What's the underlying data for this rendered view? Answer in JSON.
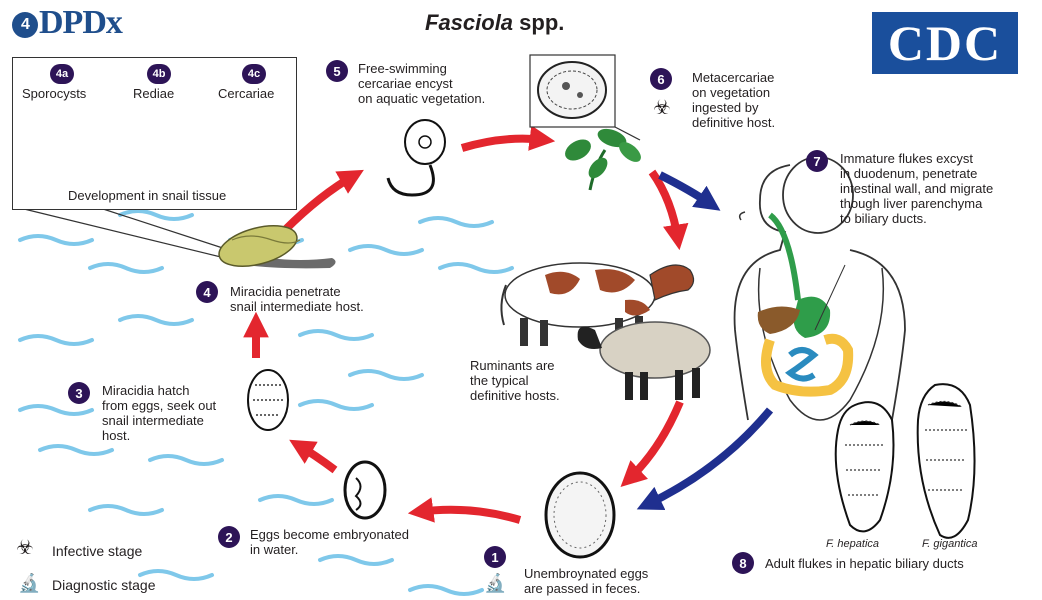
{
  "logos": {
    "dpdx": "DPDx",
    "dpdx_mark": "4",
    "cdc": "CDC"
  },
  "title": {
    "genus": "Fasciola",
    "suffix": "spp."
  },
  "snail_box": {
    "caption": "Development in snail tissue",
    "stages": [
      {
        "badge": "4a",
        "label": "Sporocysts"
      },
      {
        "badge": "4b",
        "label": "Rediae"
      },
      {
        "badge": "4c",
        "label": "Cercariae"
      }
    ]
  },
  "steps": [
    {
      "badge": "1",
      "text": "Unembroynated eggs\nare passed in feces."
    },
    {
      "badge": "2",
      "text": "Eggs become embryonated\nin water."
    },
    {
      "badge": "3",
      "text": "Miracidia hatch\nfrom eggs, seek out\nsnail intermediate\nhost."
    },
    {
      "badge": "4",
      "text": "Miracidia penetrate\nsnail intermediate host."
    },
    {
      "badge": "5",
      "text": "Free-swimming\ncercariae encyst\non aquatic vegetation."
    },
    {
      "badge": "6",
      "text": "Metacercariae\non vegetation\ningested by\ndefinitive host."
    },
    {
      "badge": "7",
      "text": "Immature flukes excyst\nin duodenum, penetrate\nintestinal wall, and migrate\nthough liver parenchyma\nto biliary ducts."
    },
    {
      "badge": "8",
      "text": "Adult flukes in hepatic biliary ducts"
    }
  ],
  "ruminants_note": "Ruminants are\nthe typical\ndefinitive hosts.",
  "species": [
    "F. hepatica",
    "F. gigantica"
  ],
  "legend": [
    {
      "icon": "biohazard-icon",
      "label": "Infective stage"
    },
    {
      "icon": "microscope-icon",
      "label": "Diagnostic stage"
    }
  ],
  "colors": {
    "arrow_red": "#e3262e",
    "arrow_blue": "#1f2f8f",
    "water": "#7fc8ea",
    "badge": "#2d1457",
    "cdc_blue": "#1a4f9c",
    "liver": "#8a5a2b",
    "intestine": "#f5c242",
    "stomach": "#2f9d4a"
  }
}
